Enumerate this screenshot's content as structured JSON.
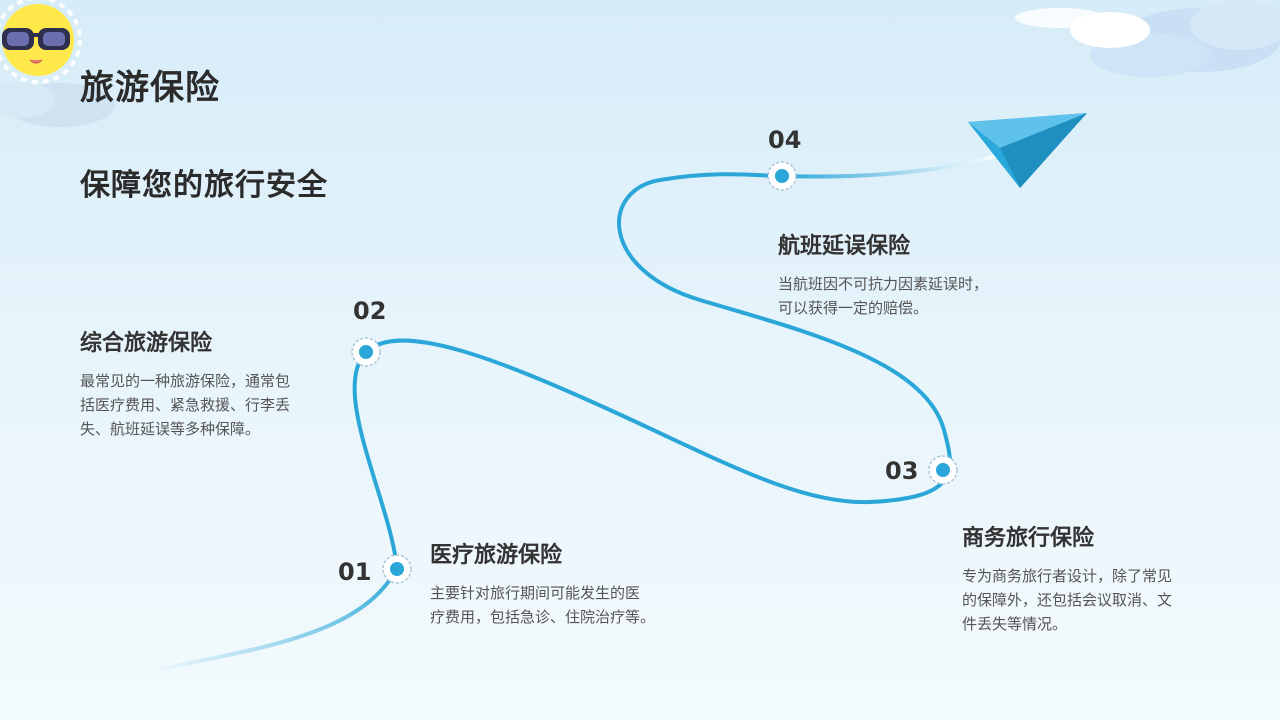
{
  "header": {
    "title": "旅游保险",
    "subtitle": "保障您的旅行安全"
  },
  "steps": [
    {
      "num": "01",
      "title": "医疗旅游保险",
      "desc_lines": [
        "主要针对旅行期间可能发生的医",
        "疗费用，包括急诊、住院治疗等。"
      ]
    },
    {
      "num": "02",
      "title": "综合旅游保险",
      "desc_lines": [
        "最常见的一种旅游保险，通常包",
        "括医疗费用、紧急救援、行李丢",
        "失、航班延误等多种保障。"
      ]
    },
    {
      "num": "03",
      "title": "商务旅行保险",
      "desc_lines": [
        "专为商务旅行者设计，除了常见",
        "的保障外，还包括会议取消、文",
        "件丢失等情况。"
      ]
    },
    {
      "num": "04",
      "title": "航班延误保险",
      "desc_lines": [
        "当航班因不可抗力因素延误时，",
        "可以获得一定的赔偿。"
      ]
    }
  ],
  "icons": {
    "mascot": "sun-with-sunglasses-icon",
    "plane": "paper-plane-icon",
    "clouds": "cloud-icon"
  },
  "colors": {
    "path": "#2aa7d8",
    "dot": "#2aa7d8",
    "plane": "#29a8dc",
    "text_dark": "#2b2b2b",
    "sun": "#ffe94a"
  }
}
